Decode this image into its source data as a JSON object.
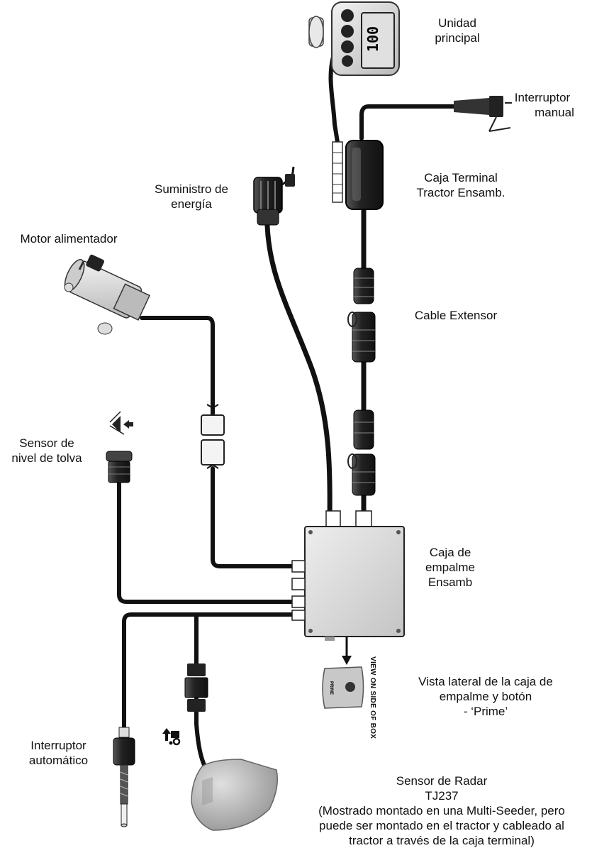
{
  "labels": {
    "main_unit": [
      "Unidad",
      "principal"
    ],
    "manual_switch": [
      "Interruptor",
      "manual"
    ],
    "terminal_box": [
      "Caja Terminal",
      "Tractor Ensamb."
    ],
    "power_supply": [
      "Suministro de",
      "energía"
    ],
    "feed_motor": [
      "Motor alimentador"
    ],
    "extension_cable": [
      "Cable Extensor"
    ],
    "hopper_sensor": [
      "Sensor de",
      "nivel de tolva"
    ],
    "junction_box": [
      "Caja de",
      "empalme",
      "Ensamb"
    ],
    "side_view": [
      "Vista lateral de la caja de",
      "empalme y botón",
      "- ‘Prime’"
    ],
    "auto_switch": [
      "Interruptor",
      "automático"
    ],
    "radar_sensor": [
      "Sensor de Radar",
      "TJ237",
      "(Mostrado montado en una Multi-Seeder, pero",
      "puede ser montado en el tractor y cableado al",
      "tractor a través de la caja terminal)"
    ]
  },
  "side_box_caption": "VIEW ON SIDE OF BOX",
  "prime_button_label": "PRIME",
  "display_reading": "100",
  "icons": [
    "hopper-level-icon",
    "tractor-radar-icon"
  ],
  "colors": {
    "cable": "#111111",
    "housing": "#d9d9d9",
    "outline": "#222222"
  }
}
